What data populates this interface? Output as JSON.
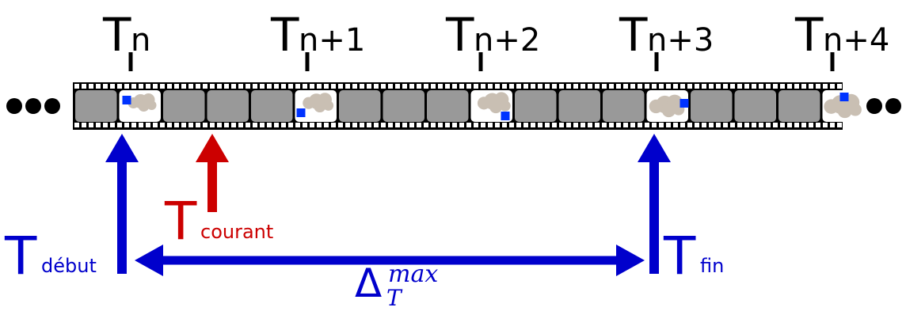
{
  "ticks": [
    {
      "base": "T",
      "sub": "n"
    },
    {
      "base": "T",
      "sub": "n+1"
    },
    {
      "base": "T",
      "sub": "n+2"
    },
    {
      "base": "T",
      "sub": "n+3"
    },
    {
      "base": "T",
      "sub": "n+4"
    }
  ],
  "labels": {
    "start": {
      "base": "T",
      "sub": "début"
    },
    "current": {
      "base": "T",
      "sub": "courant"
    },
    "end": {
      "base": "T",
      "sub": "fin"
    },
    "delta": {
      "symbol": "Δ",
      "sub": "T",
      "sup": "max"
    }
  },
  "colors": {
    "blue": "#0000cc",
    "red": "#cc0000",
    "frame_gray": "#999999",
    "keyframe": "#ffffff",
    "cloud": "#c9bfb3",
    "marker": "#0033ff",
    "black": "#000000"
  },
  "frames": {
    "count": 18,
    "keyframe_indices": [
      1,
      5,
      9,
      13,
      17
    ]
  }
}
